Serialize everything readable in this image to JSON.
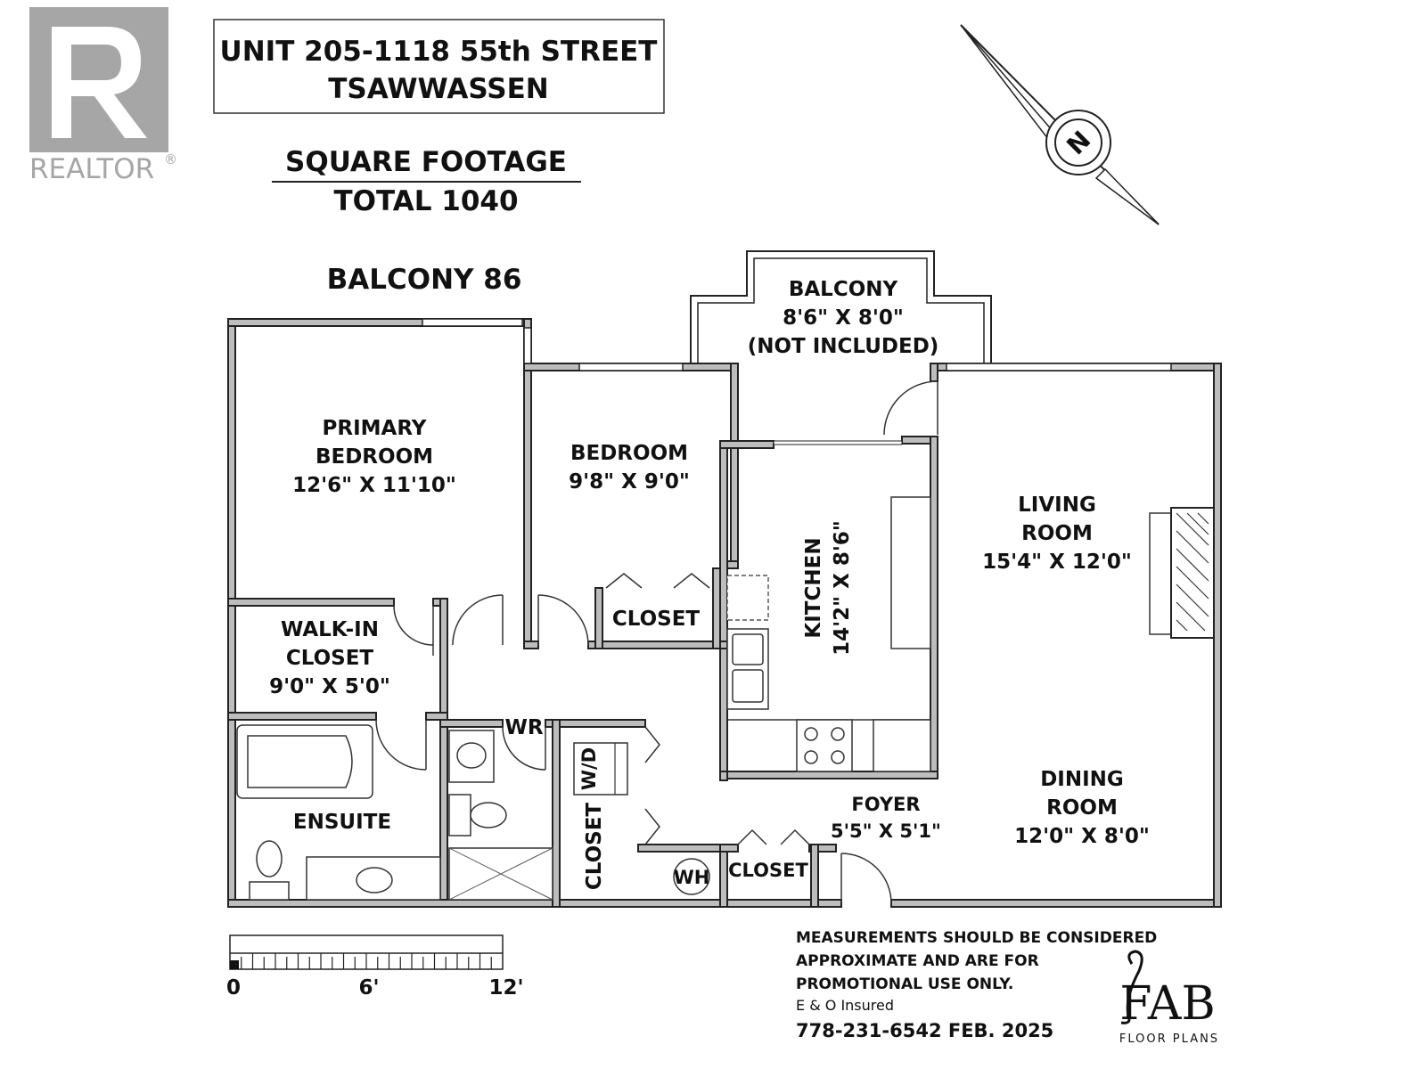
{
  "realtor": {
    "text": "REALTOR",
    "reg": "®"
  },
  "header": {
    "unit_line": "UNIT 205-1118 55th STREET",
    "city_line": "TSAWWASSEN",
    "sqft_title": "SQUARE FOOTAGE",
    "sqft_total": "TOTAL 1040",
    "balcony_sqft": "BALCONY 86"
  },
  "compass": {
    "letter": "N"
  },
  "rooms": {
    "balcony": {
      "name": "BALCONY",
      "dim": "8'6\" X 8'0\"",
      "note": "(NOT INCLUDED)"
    },
    "primary": {
      "name1": "PRIMARY",
      "name2": "BEDROOM",
      "dim": "12'6\" X 11'10\""
    },
    "bedroom": {
      "name": "BEDROOM",
      "dim": "9'8\" X 9'0\""
    },
    "kitchen": {
      "name": "KITCHEN",
      "dim": "14'2\" X 8'6\""
    },
    "living": {
      "name1": "LIVING",
      "name2": "ROOM",
      "dim": "15'4\" X 12'0\""
    },
    "walkin": {
      "name1": "WALK-IN",
      "name2": "CLOSET",
      "dim": "9'0\" X 5'0\""
    },
    "closet_bed": {
      "name": "CLOSET"
    },
    "wr": {
      "name": "WR"
    },
    "ensuite": {
      "name": "ENSUITE"
    },
    "wd": {
      "name": "W/D"
    },
    "closet_laundry": {
      "name": "CLOSET"
    },
    "wh": {
      "name": "WH"
    },
    "closet_foyer": {
      "name": "CLOSET"
    },
    "foyer": {
      "name": "FOYER",
      "dim": "5'5\" X 5'1\""
    },
    "dining": {
      "name1": "DINING",
      "name2": "ROOM",
      "dim": "12'0\" X 8'0\""
    }
  },
  "scale": {
    "t0": "0",
    "t6": "6'",
    "t12": "12'"
  },
  "disclaimer": {
    "line1": "MEASUREMENTS SHOULD BE CONSIDERED",
    "line2": "APPROXIMATE AND ARE FOR",
    "line3": "PROMOTIONAL USE ONLY.",
    "insured": "E & O Insured",
    "phone_date": "778-231-6542  FEB. 2025"
  },
  "brand": {
    "name": "FAB",
    "sub": "FLOOR PLANS"
  },
  "colors": {
    "wall": "#bdbdbd",
    "ink": "#111111",
    "logo_grey": "#a6a6a6"
  }
}
